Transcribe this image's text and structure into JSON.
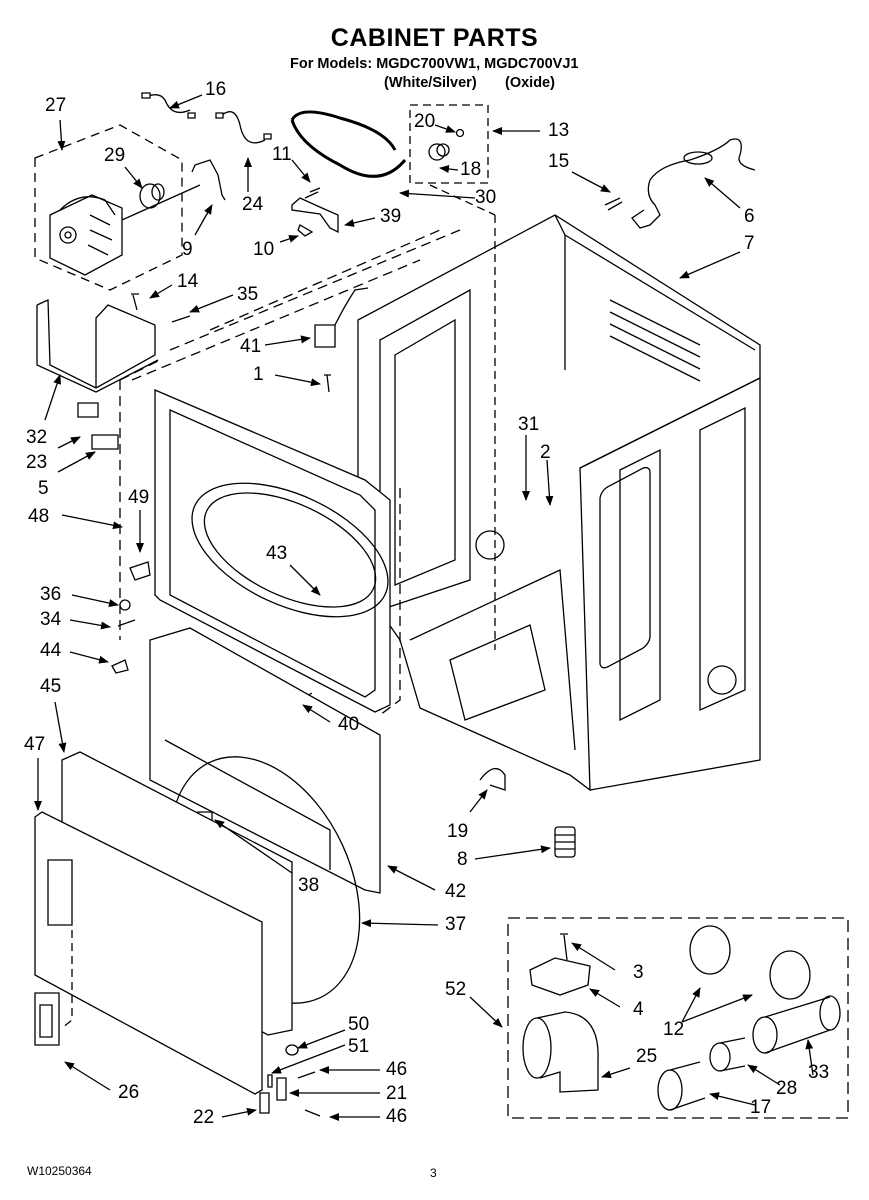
{
  "header": {
    "title": "CABINET PARTS",
    "models_line": "For Models: MGDC700VW1, MGDC700VJ1",
    "color_white": "(White/Silver)",
    "color_oxide": "(Oxide)"
  },
  "callouts": {
    "c1": "1",
    "c2": "2",
    "c3": "3",
    "c4": "4",
    "c5": "5",
    "c6": "6",
    "c7": "7",
    "c8": "8",
    "c9": "9",
    "c10": "10",
    "c11": "11",
    "c12": "12",
    "c13": "13",
    "c14": "14",
    "c15": "15",
    "c16": "16",
    "c17": "17",
    "c18": "18",
    "c19": "19",
    "c20": "20",
    "c21": "21",
    "c22": "22",
    "c23": "23",
    "c24": "24",
    "c25": "25",
    "c26": "26",
    "c27": "27",
    "c28": "28",
    "c29": "29",
    "c30": "30",
    "c31": "31",
    "c32": "32",
    "c33": "33",
    "c34": "34",
    "c35": "35",
    "c36": "36",
    "c37": "37",
    "c38": "38",
    "c39": "39",
    "c40": "40",
    "c41": "41",
    "c42": "42",
    "c43": "43",
    "c44": "44",
    "c45": "45",
    "c46a": "46",
    "c46b": "46",
    "c47": "47",
    "c48": "48",
    "c49": "49",
    "c50": "50",
    "c51": "51",
    "c52": "52"
  },
  "footer": {
    "doc_number": "W10250364",
    "page_number": "3"
  }
}
